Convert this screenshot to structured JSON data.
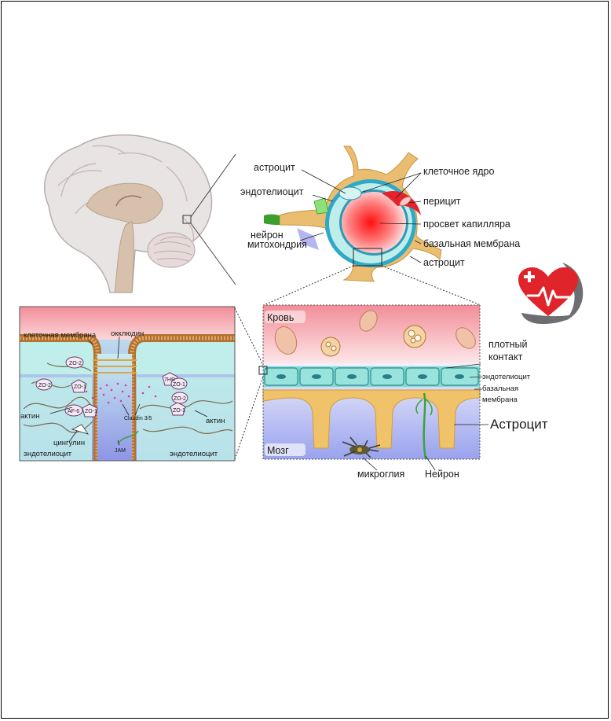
{
  "capillary": {
    "astrocyte_top": "астроцит",
    "endotheliocyte": "эндотелиоцит",
    "neuron": "нейрон",
    "mitochondria": "митохондрия",
    "cell_nucleus": "клеточное ядро",
    "pericyte": "перицит",
    "capillary_lumen": "просвет капилляра",
    "basal_membrane": "базальная мембрана",
    "astrocyte_bottom": "астроцит"
  },
  "junction": {
    "cell_membrane": "клеточная мембрана",
    "occludin": "окклюдин",
    "zo2_a": "ZO-2",
    "zo2_b": "ZO-2",
    "zo1_a": "ZO-1",
    "zo1_b": "ZO-1",
    "zo1_c": "ZO-1",
    "zo1_d": "ZO-1",
    "zo2_c": "ZO-2",
    "thr": "7HR",
    "af6": "AF-6",
    "claudin": "Claudin 3/5",
    "jam": "JAM",
    "actin_left": "актин",
    "actin_right": "актин",
    "cingulin": "цингулин",
    "endo_left": "эндотелиоцит",
    "endo_right": "эндотелиоцит"
  },
  "barrier": {
    "blood": "Кровь",
    "brain": "Мозг",
    "tight_1": "плотный",
    "tight_2": "контакт",
    "endothelium": "эндотелиоцит",
    "basal_1": "базальная",
    "basal_2": "мембрана",
    "astrocyte": "Астроцит",
    "microglia": "микроглия",
    "neuron": "Нейрон"
  },
  "colors": {
    "logo_red": "#e0242b",
    "logo_gray": "#6d6e71",
    "membrane": "#c9833e",
    "cytoplasm": "#bdeee8",
    "astro": "#e8b86a"
  }
}
